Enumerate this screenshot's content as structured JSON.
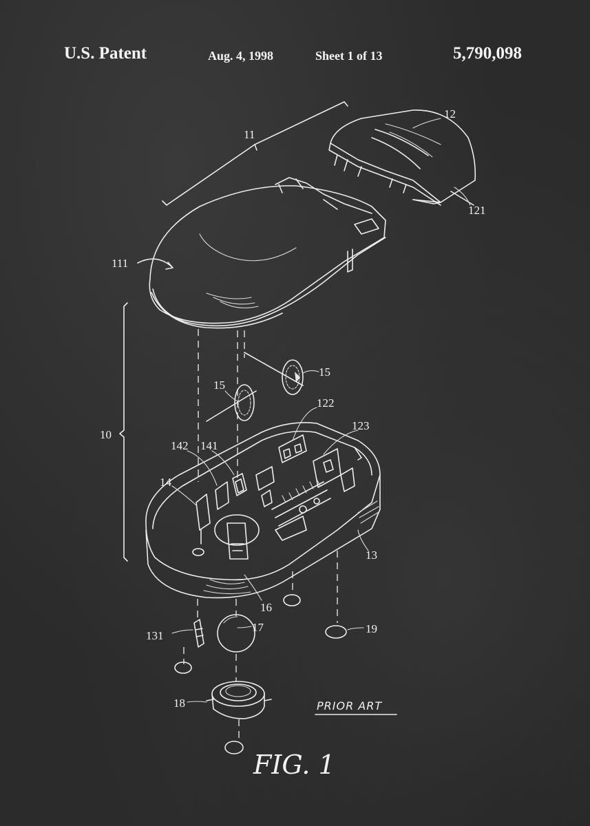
{
  "header": {
    "patent_label": "U.S. Patent",
    "date": "Aug. 4, 1998",
    "sheet": "Sheet 1 of 13",
    "patent_number": "5,790,098"
  },
  "figure": {
    "caption": "FIG. 1",
    "note": "PRIOR ART"
  },
  "reference_numerals": {
    "r10": "10",
    "r11": "11",
    "r12": "12",
    "r121": "121",
    "r111": "111",
    "r15a": "15",
    "r15b": "15",
    "r122": "122",
    "r123": "123",
    "r142": "142",
    "r141": "141",
    "r14": "14",
    "r13": "13",
    "r16": "16",
    "r131": "131",
    "r17": "17",
    "r19": "19",
    "r18": "18"
  },
  "colors": {
    "board": "#2b2b2b",
    "chalk": "#ececec"
  }
}
